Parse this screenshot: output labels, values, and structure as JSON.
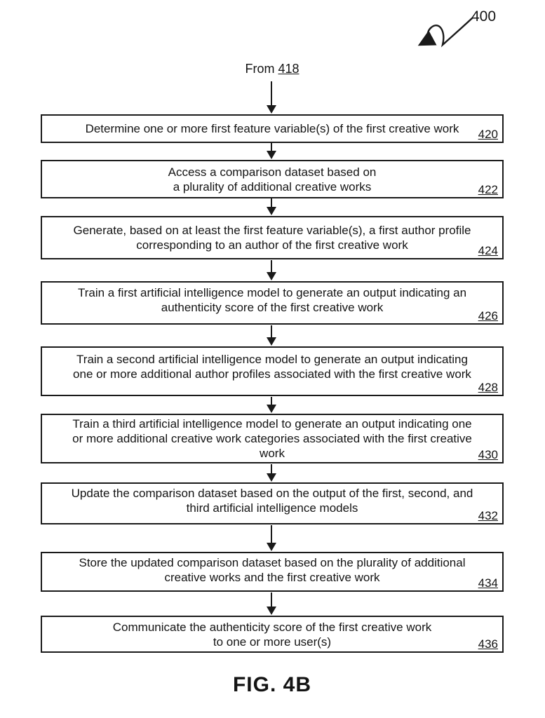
{
  "figure": {
    "pointer_ref": "400",
    "from_prefix": "From",
    "from_ref": "418",
    "caption": "FIG. 4B"
  },
  "colors": {
    "ink": "#1a1a1a",
    "background": "#ffffff"
  },
  "steps": [
    {
      "ref": "420",
      "text": "Determine one or more first feature variable(s) of the first creative work"
    },
    {
      "ref": "422",
      "text": "Access a comparison dataset based on\na plurality of additional creative works"
    },
    {
      "ref": "424",
      "text": "Generate, based on at least the first feature variable(s), a first author profile\ncorresponding to an author of the first creative work"
    },
    {
      "ref": "426",
      "text": "Train a first artificial intelligence model to generate an output indicating an\nauthenticity score of the first creative work"
    },
    {
      "ref": "428",
      "text": "Train a second artificial intelligence model to generate an output indicating\none or more additional author profiles associated with the first creative work"
    },
    {
      "ref": "430",
      "text": "Train a third artificial intelligence model to generate an output indicating one\nor more additional creative work categories associated with the first creative\nwork"
    },
    {
      "ref": "432",
      "text": "Update the comparison dataset based on the output of the first, second, and\nthird artificial intelligence models"
    },
    {
      "ref": "434",
      "text": "Store the updated comparison dataset based on the plurality of additional\ncreative works and the first creative work"
    },
    {
      "ref": "436",
      "text": "Communicate the authenticity score of the first creative work\nto one or more user(s)"
    }
  ]
}
